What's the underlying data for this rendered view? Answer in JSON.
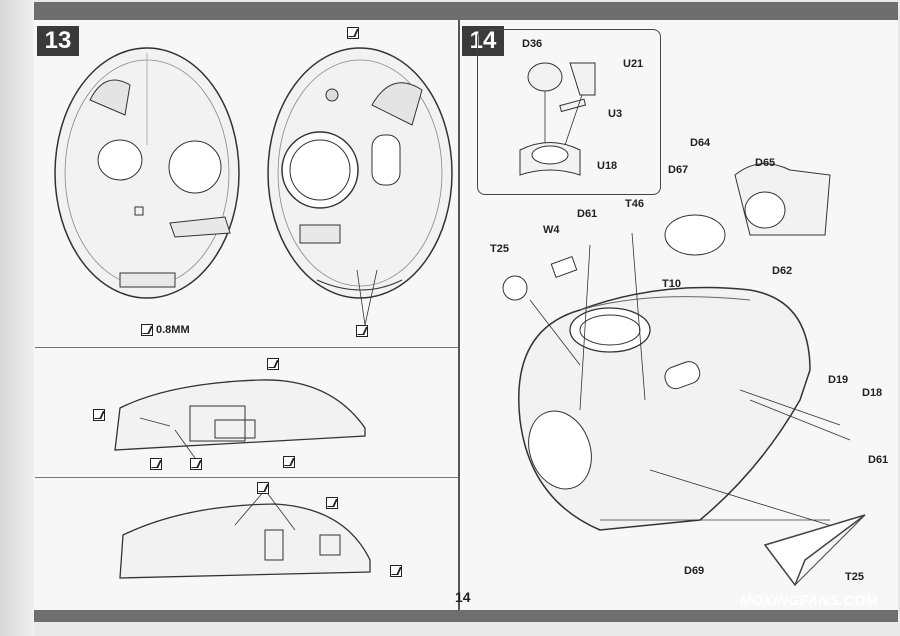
{
  "steps": {
    "left": "13",
    "right": "14"
  },
  "step13": {
    "thickness_note": "0.8MM"
  },
  "step14_inset_labels": {
    "d36": "D36",
    "u21": "U21",
    "u3": "U3",
    "u18": "U18"
  },
  "step14_labels": {
    "d64": "D64",
    "d65": "D65",
    "d67": "D67",
    "t46": "T46",
    "d61a": "D61",
    "w4": "W4",
    "t25a": "T25",
    "d62": "D62",
    "t10": "T10",
    "d19": "D19",
    "d18": "D18",
    "d61b": "D61",
    "d69": "D69",
    "t25b": "T25"
  },
  "page_number": "14",
  "watermark": "MOXINGFANS.COM",
  "colors": {
    "bar": "#6e6e6e",
    "badge": "#3a3a3a",
    "line": "#333333",
    "fill": "#f2f2f2"
  }
}
